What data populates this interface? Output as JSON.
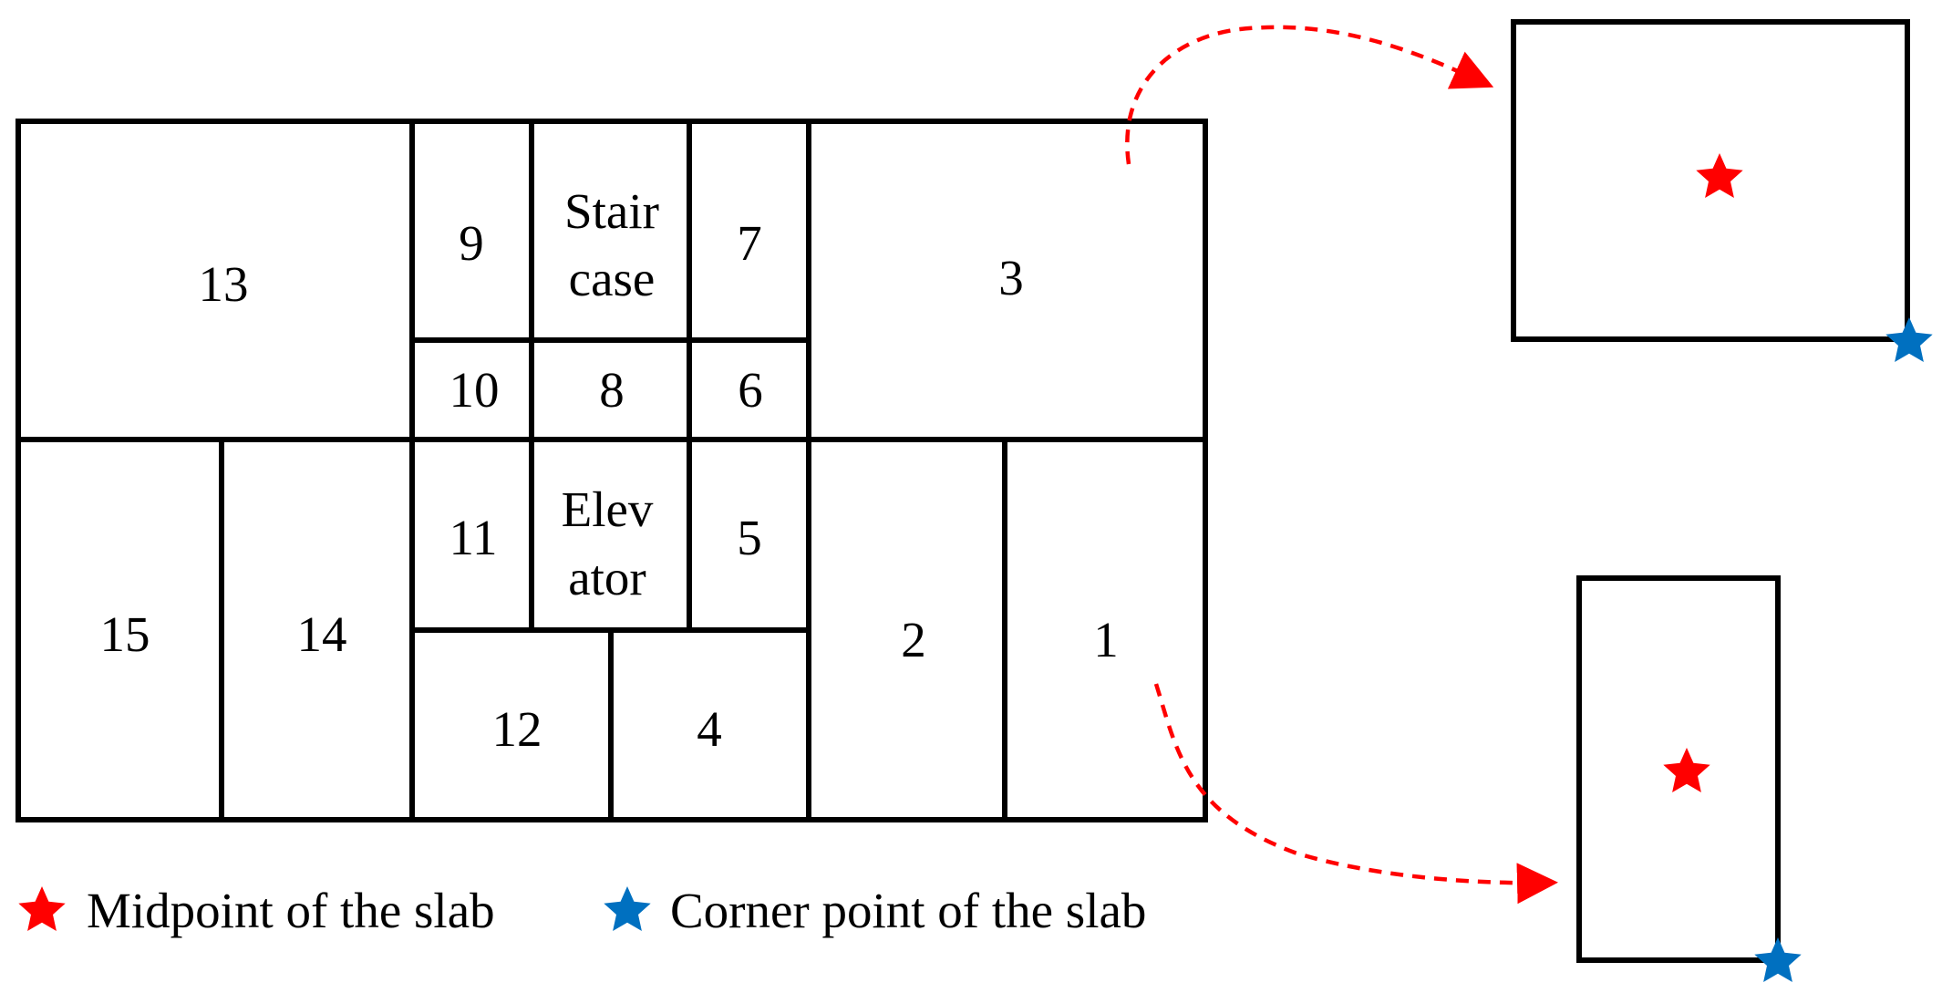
{
  "colors": {
    "line": "#000000",
    "midpoint": "#ff0000",
    "corner": "#0070c0",
    "arrow": "#ff0000"
  },
  "slabs": {
    "s1": "1",
    "s2": "2",
    "s3": "3",
    "s4": "4",
    "s5": "5",
    "s6": "6",
    "s7": "7",
    "s8": "8",
    "s9": "9",
    "s10": "10",
    "s11": "11",
    "s12": "12",
    "s13": "13",
    "s14": "14",
    "s15": "15",
    "staircase_line1": "Stair",
    "staircase_line2": "case",
    "elevator_line1": "Elev",
    "elevator_line2": "ator"
  },
  "legend": {
    "midpoint_label": "Midpoint of the slab",
    "corner_label": "Corner point of the slab"
  },
  "icons": {
    "midpoint": "red-star-icon",
    "corner": "blue-star-icon"
  }
}
